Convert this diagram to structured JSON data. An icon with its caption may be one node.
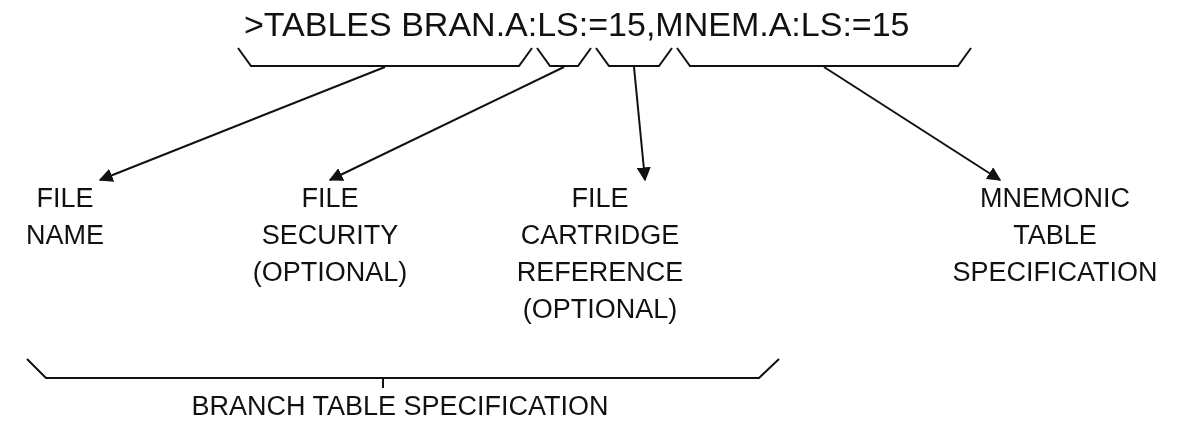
{
  "diagram": {
    "nodes": [
      {
        "text": [],
        "shape": "bracket"
      },
      {
        "text": [],
        "shape": "bracket"
      },
      {
        "text": [],
        "shape": "bracket"
      },
      {
        "text": [],
        "shape": "bracket"
      },
      {
        "text": [
          "FILE NAME"
        ]
      },
      {
        "text": [
          "FILE SECURITY (OPTIONAL)"
        ]
      },
      {
        "text": [
          "FILE CARTRIDGE REFERENCE (OPTIONAL)"
        ]
      },
      {
        "text": [
          "MNEMONIC TABLE SPECIFICATION"
        ]
      }
    ],
    "edges": [
      {
        "from": 0,
        "to": 4,
        "arrow": "to"
      },
      {
        "from": 1,
        "to": 5,
        "arrow": "to"
      },
      {
        "from": 2,
        "to": 6,
        "arrow": "to"
      },
      {
        "from": 3,
        "to": 7,
        "arrow": "to"
      }
    ],
    "labels": [
      ">TABLES BRAN.A:LS:=15,MNEM.A:LS:=15",
      "BRANCH TABLE SPECIFICATION"
    ]
  }
}
